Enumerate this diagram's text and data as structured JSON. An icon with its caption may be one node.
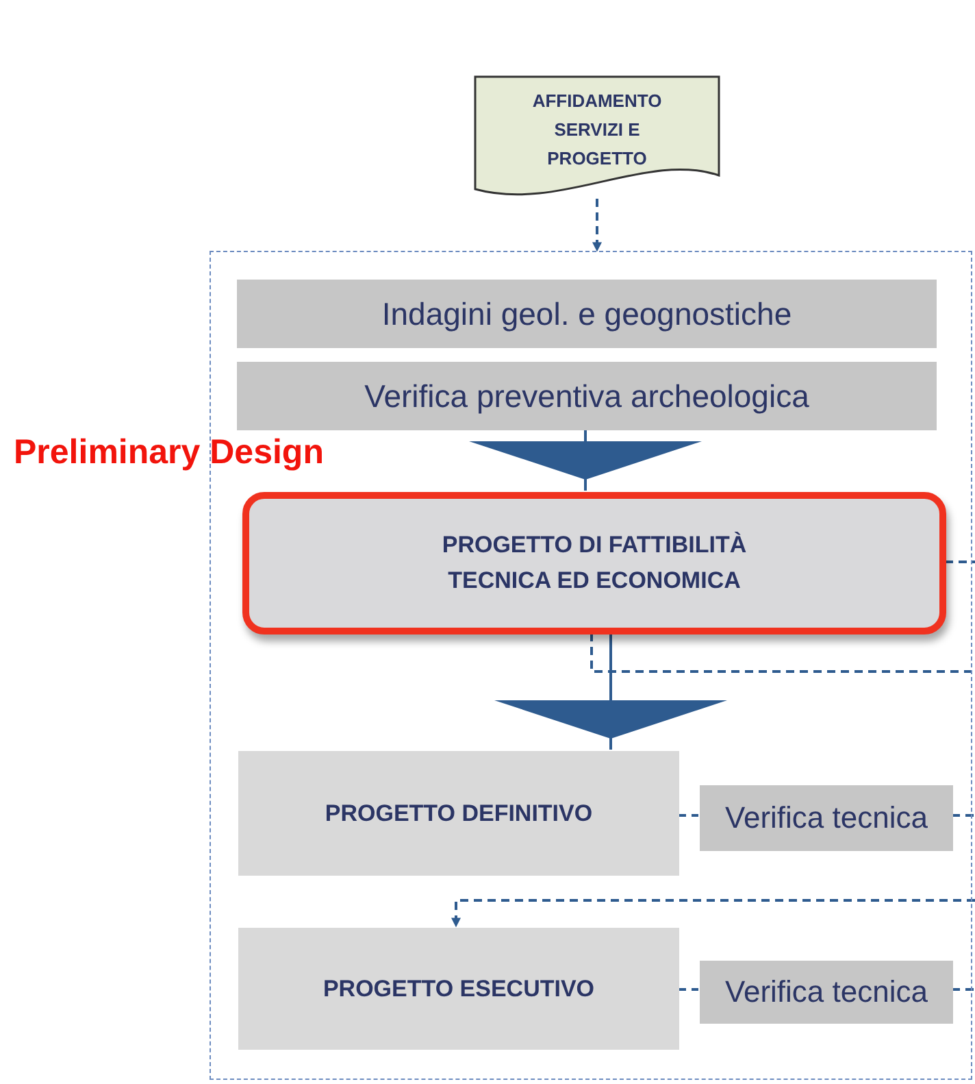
{
  "diagram": {
    "nodes": [
      {
        "text": [
          "AFFIDAMENTO SERVIZI E PROGETTO"
        ]
      },
      {
        "text": [],
        "shape": "box"
      },
      {
        "text": [
          "Indagini geol. e geognostiche"
        ],
        "in": 1
      },
      {
        "text": [
          "Verifica preventiva archeologica"
        ],
        "in": 1
      },
      {
        "text": [
          "PROGETTO DI FATTIBILITÀ TECNICA ED ECONOMICA"
        ],
        "in": 1,
        "beside": [
          "Preliminary Design"
        ]
      },
      {
        "text": [
          "PROGETTO DEFINITIVO"
        ],
        "in": 1
      },
      {
        "text": [
          "Verifica tecnica"
        ],
        "in": 1
      },
      {
        "text": [
          "PROGETTO ESECUTIVO"
        ],
        "in": 1
      },
      {
        "text": [
          "Verifica tecnica"
        ],
        "in": 1
      }
    ],
    "edges": [
      {
        "from": 0,
        "to": 1,
        "arrow": "to",
        "style": "dashed"
      },
      {
        "from": 3,
        "to": 4,
        "arrow": "to"
      },
      {
        "from": 4,
        "to": null,
        "arrow": "none",
        "style": "dashed"
      },
      {
        "from": 4,
        "to": null,
        "arrow": "none",
        "style": "dashed"
      },
      {
        "from": 4,
        "to": 5,
        "arrow": "to"
      },
      {
        "from": 5,
        "to": 6,
        "arrow": "none",
        "style": "dashed"
      },
      {
        "from": 6,
        "to": null,
        "arrow": "none",
        "style": "dashed"
      },
      {
        "from": null,
        "to": 7,
        "arrow": "to",
        "style": "dashed"
      },
      {
        "from": 7,
        "to": 8,
        "arrow": "none",
        "style": "dashed"
      },
      {
        "from": 8,
        "to": null,
        "arrow": "none",
        "style": "dashed"
      }
    ]
  }
}
